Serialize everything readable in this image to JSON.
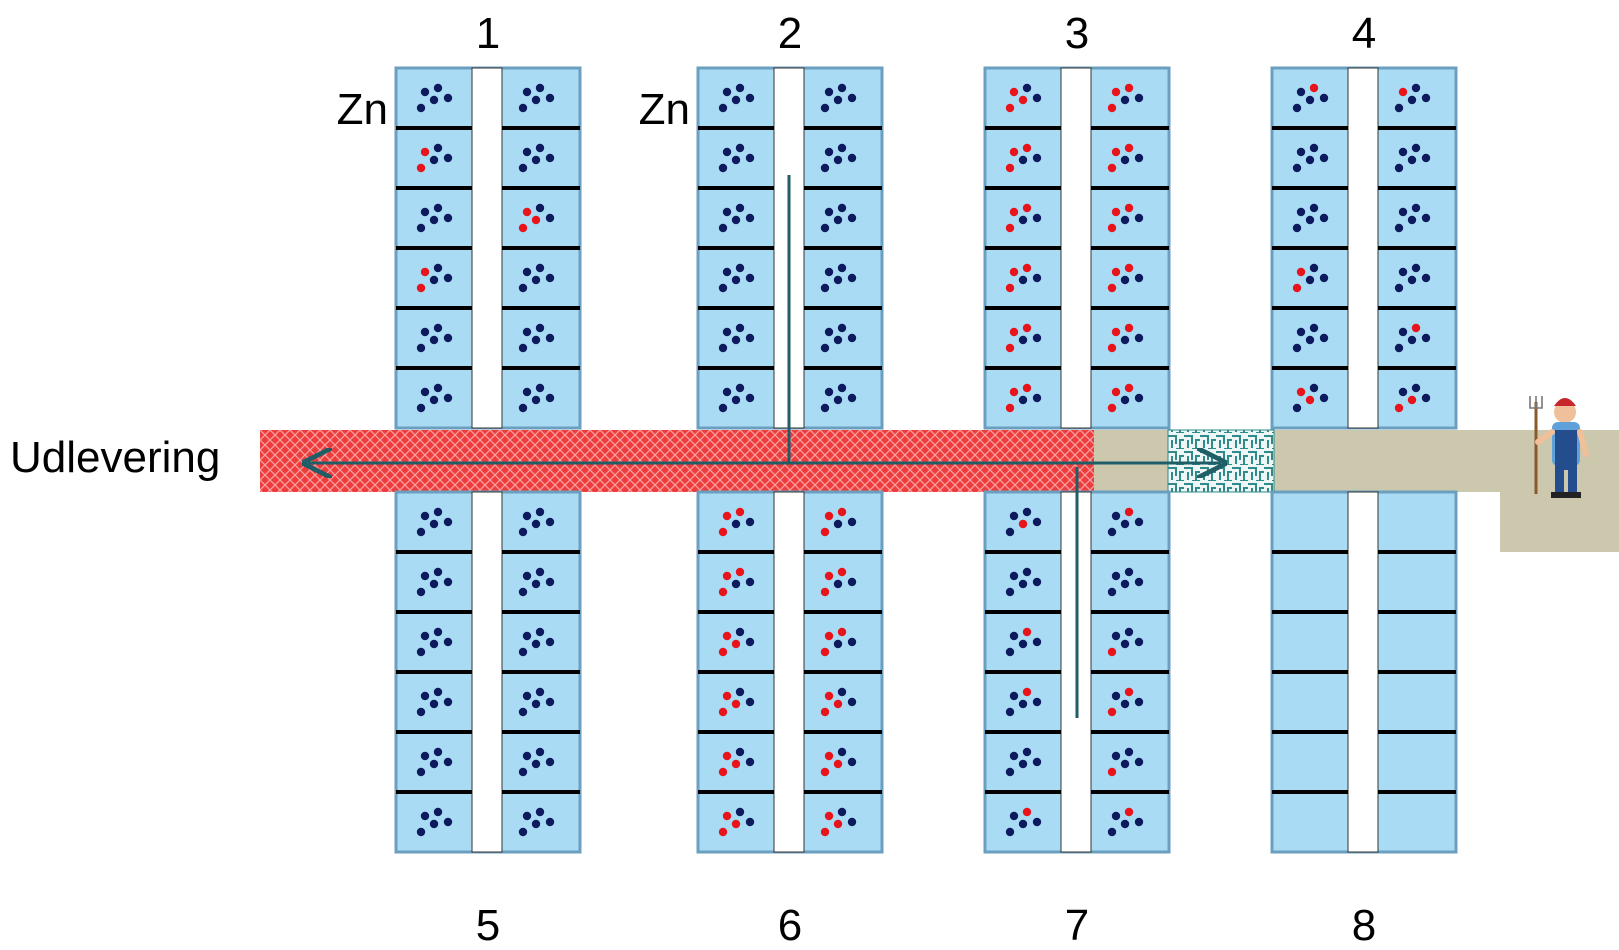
{
  "title": "",
  "colors": {
    "pen_fill": "#a9dcf4",
    "pen_stroke": "#6b9fc0",
    "divider": "#000000",
    "aisle": "#ffffff",
    "corridor": "#cbc8ae",
    "red_corridor": "#ee3b3b",
    "hatched_tile": "#e8f2f0",
    "arrow": "#1f5e66",
    "dot_dark": "#0d1b5e",
    "dot_red": "#e8141c"
  },
  "dot_patterns": {
    "legend": "each cell has 4 dots; value lists which dots (0-3) are red: 0=top-left,1=top-right,2=middle,3=bottom-left"
  },
  "sections": [
    {
      "label": "1",
      "zn_label": "Zn",
      "left": [
        [],
        [
          0,
          3
        ],
        [],
        [
          0,
          3
        ],
        [],
        []
      ],
      "right": [
        [],
        [],
        [
          0,
          3,
          2
        ],
        [],
        [],
        []
      ]
    },
    {
      "label": "2",
      "zn_label": "Zn",
      "left": [
        [],
        [],
        [],
        [],
        [],
        []
      ],
      "right": [
        [],
        [],
        [],
        [],
        [],
        []
      ]
    },
    {
      "label": "3",
      "zn_label": "",
      "left": [
        [
          0,
          3,
          2
        ],
        [
          0,
          3,
          1
        ],
        [
          0,
          3,
          1
        ],
        [
          0,
          3,
          1
        ],
        [
          0,
          3,
          1
        ],
        [
          0,
          3,
          1
        ]
      ],
      "right": [
        [
          0,
          3,
          1
        ],
        [
          0,
          3,
          1
        ],
        [
          0,
          3,
          1
        ],
        [
          0,
          3,
          1
        ],
        [
          0,
          3,
          1
        ],
        [
          0,
          3,
          1
        ]
      ]
    },
    {
      "label": "4",
      "zn_label": "",
      "left": [
        [
          1
        ],
        [],
        [],
        [
          0,
          3
        ],
        [],
        [
          0,
          2
        ]
      ],
      "right": [
        [
          0
        ],
        [],
        [],
        [],
        [
          1
        ],
        [
          2,
          3
        ]
      ]
    },
    {
      "label": "5",
      "zn_label": "",
      "left": [
        [],
        [],
        [],
        [],
        [],
        []
      ],
      "right": [
        [],
        [],
        [],
        [],
        [],
        []
      ]
    },
    {
      "label": "6",
      "zn_label": "",
      "left": [
        [
          0,
          1,
          3
        ],
        [
          0,
          1,
          3
        ],
        [
          0,
          2,
          3
        ],
        [
          0,
          3,
          2
        ],
        [
          0,
          2,
          3
        ],
        [
          0,
          2,
          3
        ]
      ],
      "right": [
        [
          0,
          1,
          3
        ],
        [
          0,
          1,
          3
        ],
        [
          0,
          1,
          3
        ],
        [
          0,
          3,
          2
        ],
        [
          0,
          2,
          3
        ],
        [
          0,
          2,
          3
        ]
      ]
    },
    {
      "label": "7",
      "zn_label": "",
      "left": [
        [
          2
        ],
        [],
        [
          1
        ],
        [
          1
        ],
        [],
        [
          1
        ]
      ],
      "right": [
        [
          1
        ],
        [],
        [
          3
        ],
        [
          1,
          3
        ],
        [
          3
        ],
        [
          1
        ]
      ]
    },
    {
      "label": "8",
      "zn_label": "",
      "left": null,
      "right": null
    }
  ],
  "corridor_label": "Udlevering",
  "farmer": "farmer-with-pitchfork-icon"
}
